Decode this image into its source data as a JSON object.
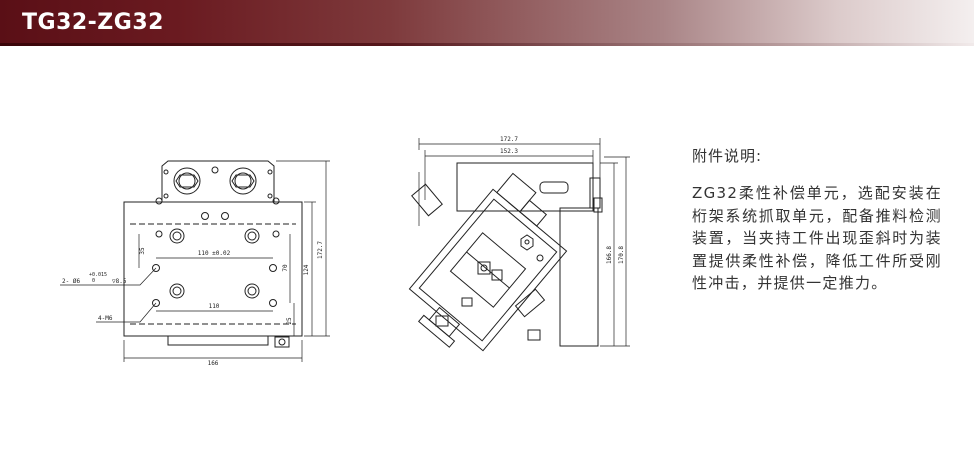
{
  "header": {
    "title": "TG32-ZG32"
  },
  "front_view": {
    "dim_width": "166",
    "dim_height_outer": "172.7",
    "dim_height_inner": "124",
    "dim_hole_spacing_top": "110 ±0.02",
    "dim_hole_spacing_bottom": "110",
    "dim_vertical_70": "70",
    "dim_top_35": "35",
    "dim_bottom_25": "25",
    "callout_pin": "2- Ø6",
    "callout_pin_tol_upper": "+0.015",
    "callout_pin_tol_lower": "0",
    "callout_pin_depth": "▽8.5",
    "callout_thread": "4-M6"
  },
  "side_view": {
    "dim_top_outer": "172.7",
    "dim_top_inner": "152.3",
    "dim_right_inner": "166.8",
    "dim_right_outer": "170.8"
  },
  "notes": {
    "label": "附件说明:",
    "body": "ZG32柔性补偿单元，选配安装在桁架系统抓取单元，配备推料检测装置，当夹持工件出现歪斜时为装置提供柔性补偿，降低工件所受刚性冲击，并提供一定推力。"
  }
}
